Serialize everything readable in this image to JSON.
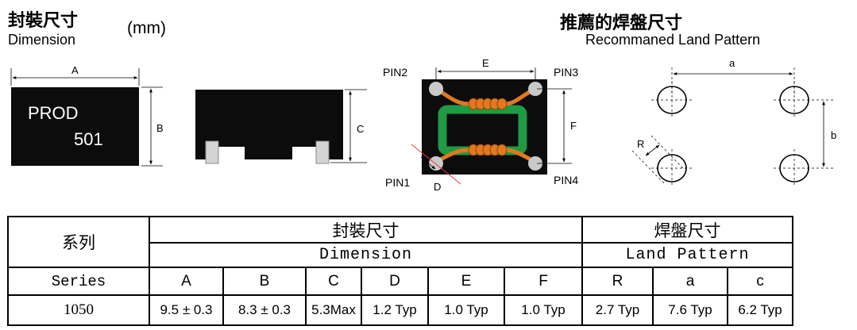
{
  "header": {
    "title_zh": "封裝尺寸",
    "title_en": "Dimension",
    "unit": "(mm)",
    "land_title_zh": "推薦的焊盤尺寸",
    "land_title_en": "Recommaned Land Pattern"
  },
  "drawing": {
    "part_line1": "PROD",
    "part_line2": "501",
    "label_a": "A",
    "label_b": "B",
    "label_c": "C",
    "label_d": "D",
    "label_e": "E",
    "label_f": "F",
    "pin1": "PIN1",
    "pin2": "PIN2",
    "pin3": "PIN3",
    "pin4": "PIN4",
    "land_a": "a",
    "land_b": "b",
    "land_r": "R"
  },
  "table": {
    "series_zh": "系列",
    "series_en": "Series",
    "group_dim_zh": "封裝尺寸",
    "group_dim_en": "Dimension",
    "group_land_zh": "焊盤尺寸",
    "group_land_en": "Land Pattern",
    "columns": [
      "A",
      "B",
      "C",
      "D",
      "E",
      "F",
      "R",
      "a",
      "c"
    ],
    "row_series": "1050",
    "values": [
      "9.5 ± 0.3",
      "8.3 ± 0.3",
      "5.3Max",
      "1.2 Typ",
      "1.0 Typ",
      "1.0 Typ",
      "2.7 Typ",
      "7.6 Typ",
      "6.2 Typ"
    ]
  }
}
